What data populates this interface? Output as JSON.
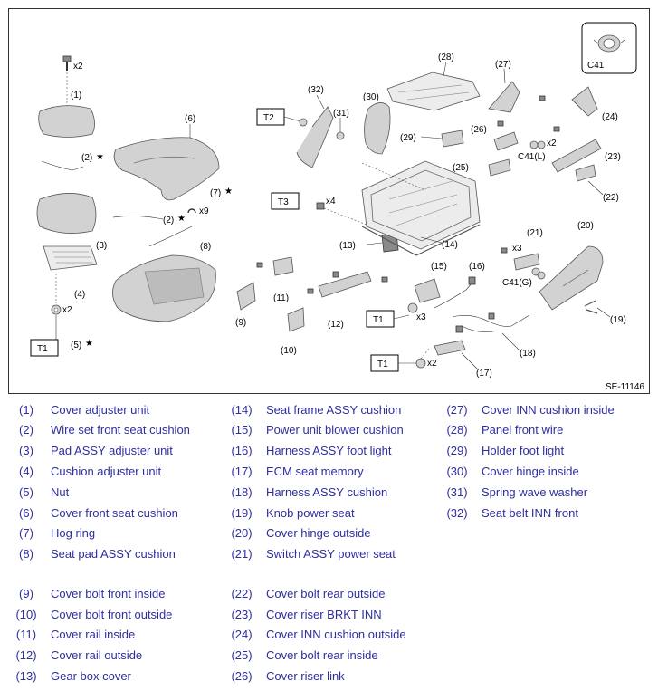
{
  "diagram": {
    "id_code": "SE-11146",
    "connector_box": "C41",
    "callouts": {
      "c1": "(1)",
      "c2a": "(2)",
      "c2b": "(2)",
      "c3": "(3)",
      "c4": "(4)",
      "c5": "(5)",
      "c6": "(6)",
      "c7": "(7)",
      "c8": "(8)",
      "c9": "(9)",
      "c10": "(10)",
      "c11": "(11)",
      "c12": "(12)",
      "c13": "(13)",
      "c14": "(14)",
      "c15": "(15)",
      "c16": "(16)",
      "c17": "(17)",
      "c18": "(18)",
      "c19": "(19)",
      "c20": "(20)",
      "c21": "(21)",
      "c22": "(22)",
      "c23": "(23)",
      "c24": "(24)",
      "c25": "(25)",
      "c26": "(26)",
      "c27": "(27)",
      "c28": "(28)",
      "c29": "(29)",
      "c30": "(30)",
      "c31": "(31)",
      "c32": "(32)"
    },
    "quantities": {
      "q1": "x2",
      "q4": "x2",
      "q9": "x9",
      "qT3": "x4",
      "qT1a": "x3",
      "qT1b": "x2",
      "q21": "x3",
      "q41l": "x2"
    },
    "connectors": {
      "left": "C41(L)",
      "right": "C41(G)"
    },
    "torque_refs": {
      "t1a": "T1",
      "t1b": "T1",
      "t1c": "T1",
      "t2": "T2",
      "t3": "T3"
    },
    "star": "★"
  },
  "legend": {
    "col1": [
      {
        "num": "(1)",
        "name": "Cover adjuster unit"
      },
      {
        "num": "(2)",
        "name": "Wire set front seat cushion"
      },
      {
        "num": "(3)",
        "name": "Pad ASSY adjuster unit"
      },
      {
        "num": "(4)",
        "name": "Cushion adjuster unit"
      },
      {
        "num": "(5)",
        "name": "Nut"
      },
      {
        "num": "(6)",
        "name": "Cover front seat cushion"
      },
      {
        "num": "(7)",
        "name": "Hog ring"
      },
      {
        "num": "(8)",
        "name": "Seat pad ASSY cushion"
      },
      {
        "num": "(9)",
        "name": "Cover bolt front inside"
      },
      {
        "num": "(10)",
        "name": "Cover bolt front outside"
      },
      {
        "num": "(11)",
        "name": "Cover rail inside"
      },
      {
        "num": "(12)",
        "name": "Cover rail outside"
      },
      {
        "num": "(13)",
        "name": "Gear box cover"
      }
    ],
    "col2": [
      {
        "num": "(14)",
        "name": "Seat frame ASSY cushion"
      },
      {
        "num": "(15)",
        "name": "Power unit blower cushion"
      },
      {
        "num": "(16)",
        "name": "Harness ASSY foot light"
      },
      {
        "num": "(17)",
        "name": "ECM seat memory"
      },
      {
        "num": "(18)",
        "name": "Harness ASSY cushion"
      },
      {
        "num": "(19)",
        "name": "Knob power seat"
      },
      {
        "num": "(20)",
        "name": "Cover hinge outside"
      },
      {
        "num": "(21)",
        "name": "Switch ASSY power seat"
      },
      {
        "num": "(22)",
        "name": "Cover bolt rear outside"
      },
      {
        "num": "(23)",
        "name": "Cover riser BRKT INN"
      },
      {
        "num": "(24)",
        "name": "Cover INN cushion outside"
      },
      {
        "num": "(25)",
        "name": "Cover bolt rear inside"
      },
      {
        "num": "(26)",
        "name": "Cover riser link"
      }
    ],
    "col3": [
      {
        "num": "(27)",
        "name": "Cover INN cushion inside"
      },
      {
        "num": "(28)",
        "name": "Panel front wire"
      },
      {
        "num": "(29)",
        "name": "Holder foot light"
      },
      {
        "num": "(30)",
        "name": "Cover hinge inside"
      },
      {
        "num": "(31)",
        "name": "Spring wave washer"
      },
      {
        "num": "(32)",
        "name": "Seat belt INN front"
      }
    ]
  }
}
